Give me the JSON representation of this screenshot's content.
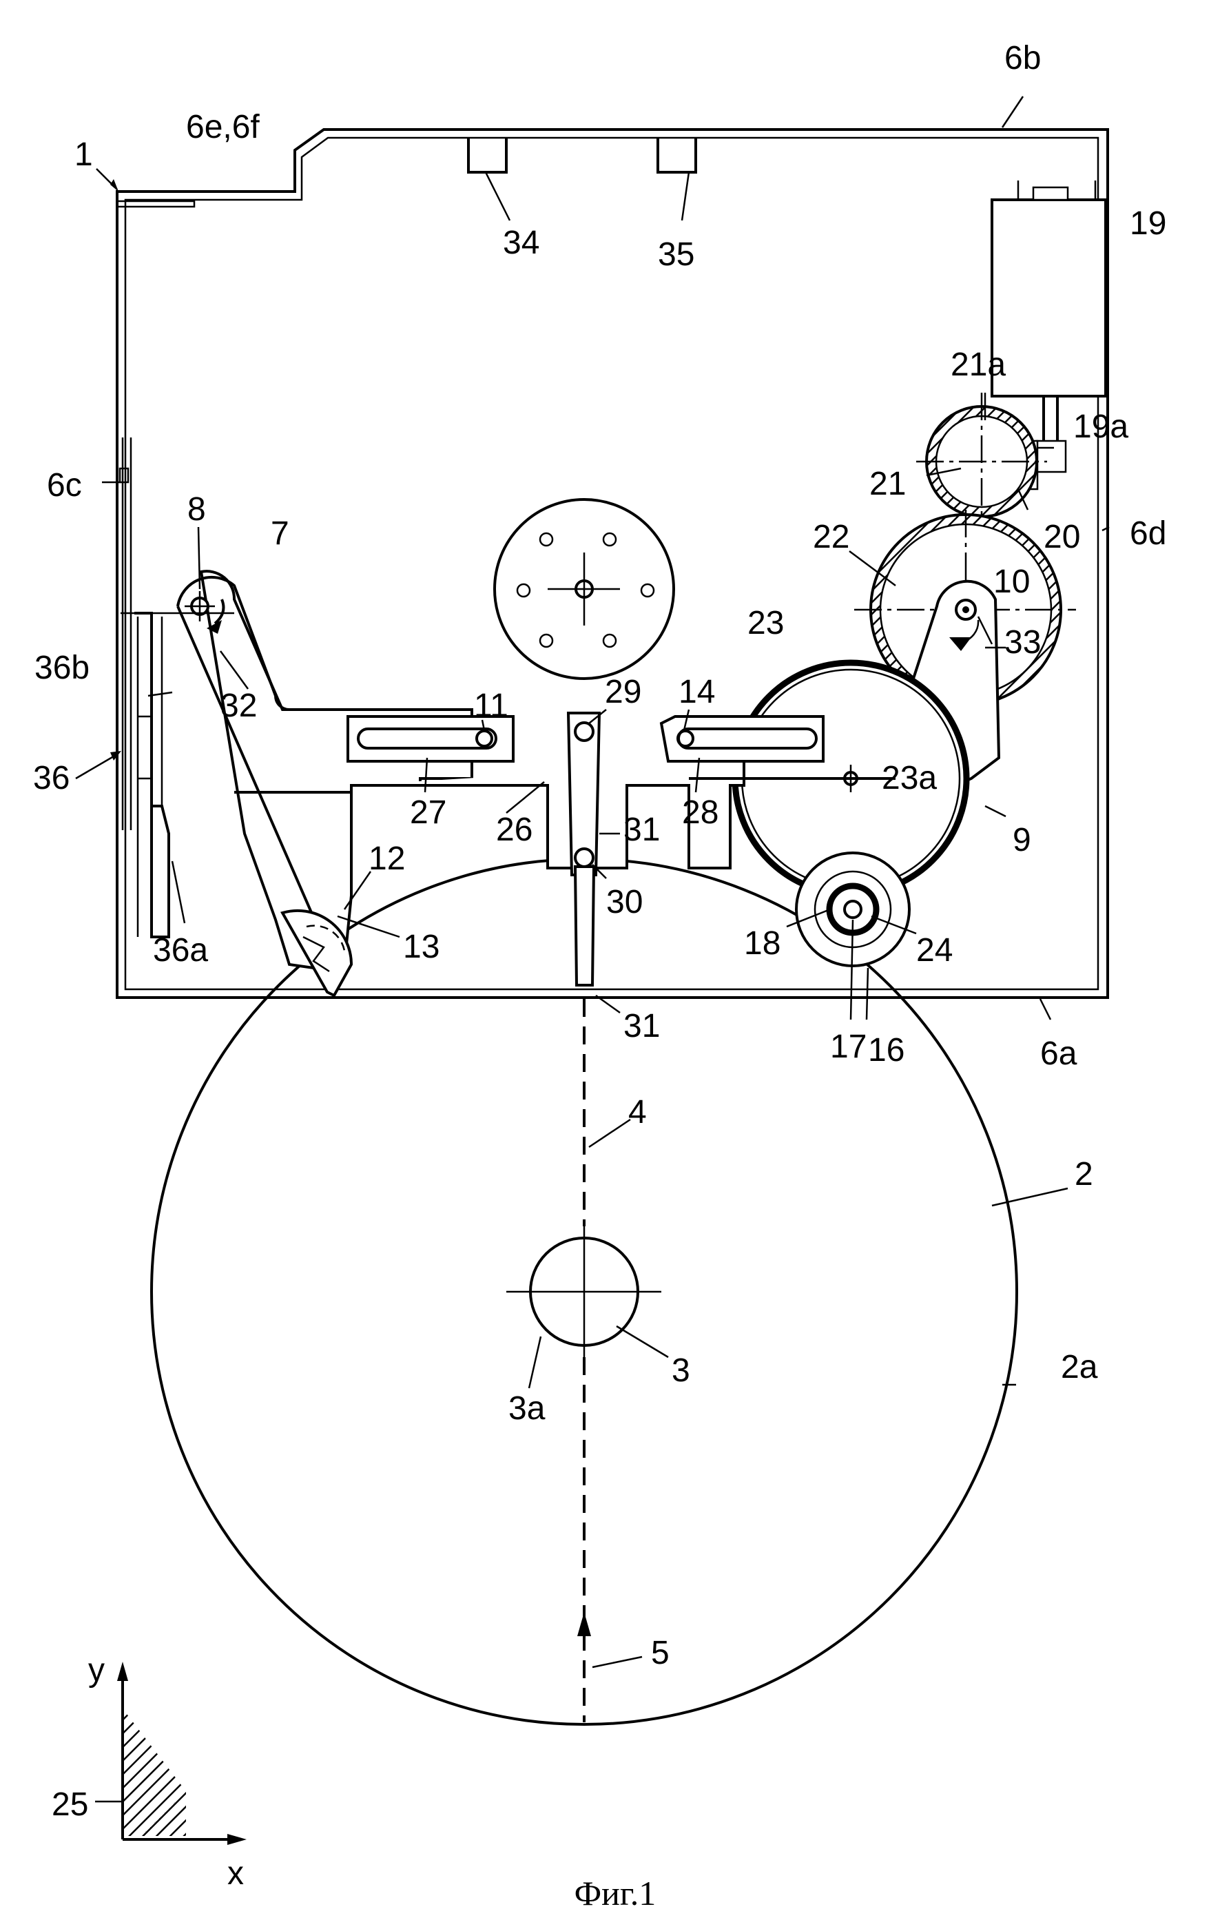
{
  "caption": "Фиг.1",
  "labels": {
    "l1": "1",
    "l6e6f": "6e,6f",
    "l6b": "6b",
    "l34": "34",
    "l35": "35",
    "l19": "19",
    "l21a": "21a",
    "l19a": "19a",
    "l21": "21",
    "l20": "20",
    "l6c": "6c",
    "l6d": "6d",
    "l8": "8",
    "l7": "7",
    "l22": "22",
    "l10": "10",
    "l33": "33",
    "l36b": "36b",
    "l32": "32",
    "l11": "11",
    "l29": "29",
    "l14": "14",
    "l23": "23",
    "l36": "36",
    "l27": "27",
    "l26": "26",
    "l28": "28",
    "l23a": "23a",
    "l31a": "31",
    "l9": "9",
    "l12": "12",
    "l30": "30",
    "l36a": "36a",
    "l13": "13",
    "l31b": "31",
    "l18": "18",
    "l24": "24",
    "l17": "17",
    "l16": "16",
    "l6a": "6a",
    "l4": "4",
    "l2": "2",
    "l3": "3",
    "l3a": "3a",
    "l2a": "2a",
    "l5": "5",
    "ly": "y",
    "l25": "25",
    "lx": "x"
  }
}
